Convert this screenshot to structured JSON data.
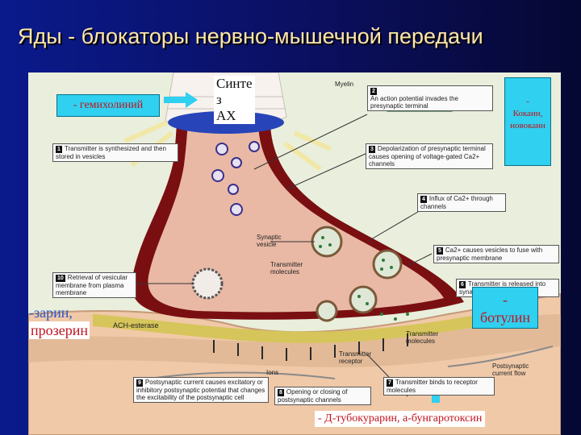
{
  "title": "Яды - блокаторы нервно-мышечной передачи",
  "poisons": {
    "hemicholinium": "- гемихолиний",
    "synthesis_line1": "Синте",
    "synthesis_line2": "з",
    "synthesis_line3": "АХ",
    "cocaine_dash": "-",
    "cocaine": "Кокаин, новокаин",
    "sarin": "-зарин,",
    "prozerin": "прозерин",
    "botulin_dash": "-",
    "botulin": "ботулин",
    "tubocurarine": "- Д-тубокурарин, а-бунгаротоксин"
  },
  "labels": {
    "myelin": "Myelin",
    "synaptic_vesicle": "Synaptic vesicle",
    "transmitter_molecules_1": "Transmitter molecules",
    "transmitter_molecules_2": "Transmitter molecules",
    "ach_esterase": "ACH-esterase",
    "transmitter_receptor": "Transmitter receptor",
    "ions": "Ions",
    "postsynaptic_current_flow": "Postsynaptic current flow"
  },
  "steps": [
    {
      "num": "1",
      "text": "Transmitter is synthesized and then stored in vesicles"
    },
    {
      "num": "2",
      "text": "An action potential invades the presynaptic terminal"
    },
    {
      "num": "3",
      "text": "Depolarization of presynaptic terminal causes opening of voltage-gated Ca2+ channels"
    },
    {
      "num": "4",
      "text": "Influx of Ca2+ through channels"
    },
    {
      "num": "5",
      "text": "Ca2+ causes vesicles to fuse with presynaptic membrane"
    },
    {
      "num": "6",
      "text": "Transmitter is released into synaptic cleft"
    },
    {
      "num": "7",
      "text": "Transmitter binds to receptor molecules"
    },
    {
      "num": "8",
      "text": "Opening or closing of postsynaptic channels"
    },
    {
      "num": "9",
      "text": "Postsynaptic current causes excitatory or inhibitory postsynaptic potential that changes the excitability of the postsynaptic cell"
    },
    {
      "num": "10",
      "text": "Retrieval of vesicular membrane from plasma membrane"
    }
  ]
}
